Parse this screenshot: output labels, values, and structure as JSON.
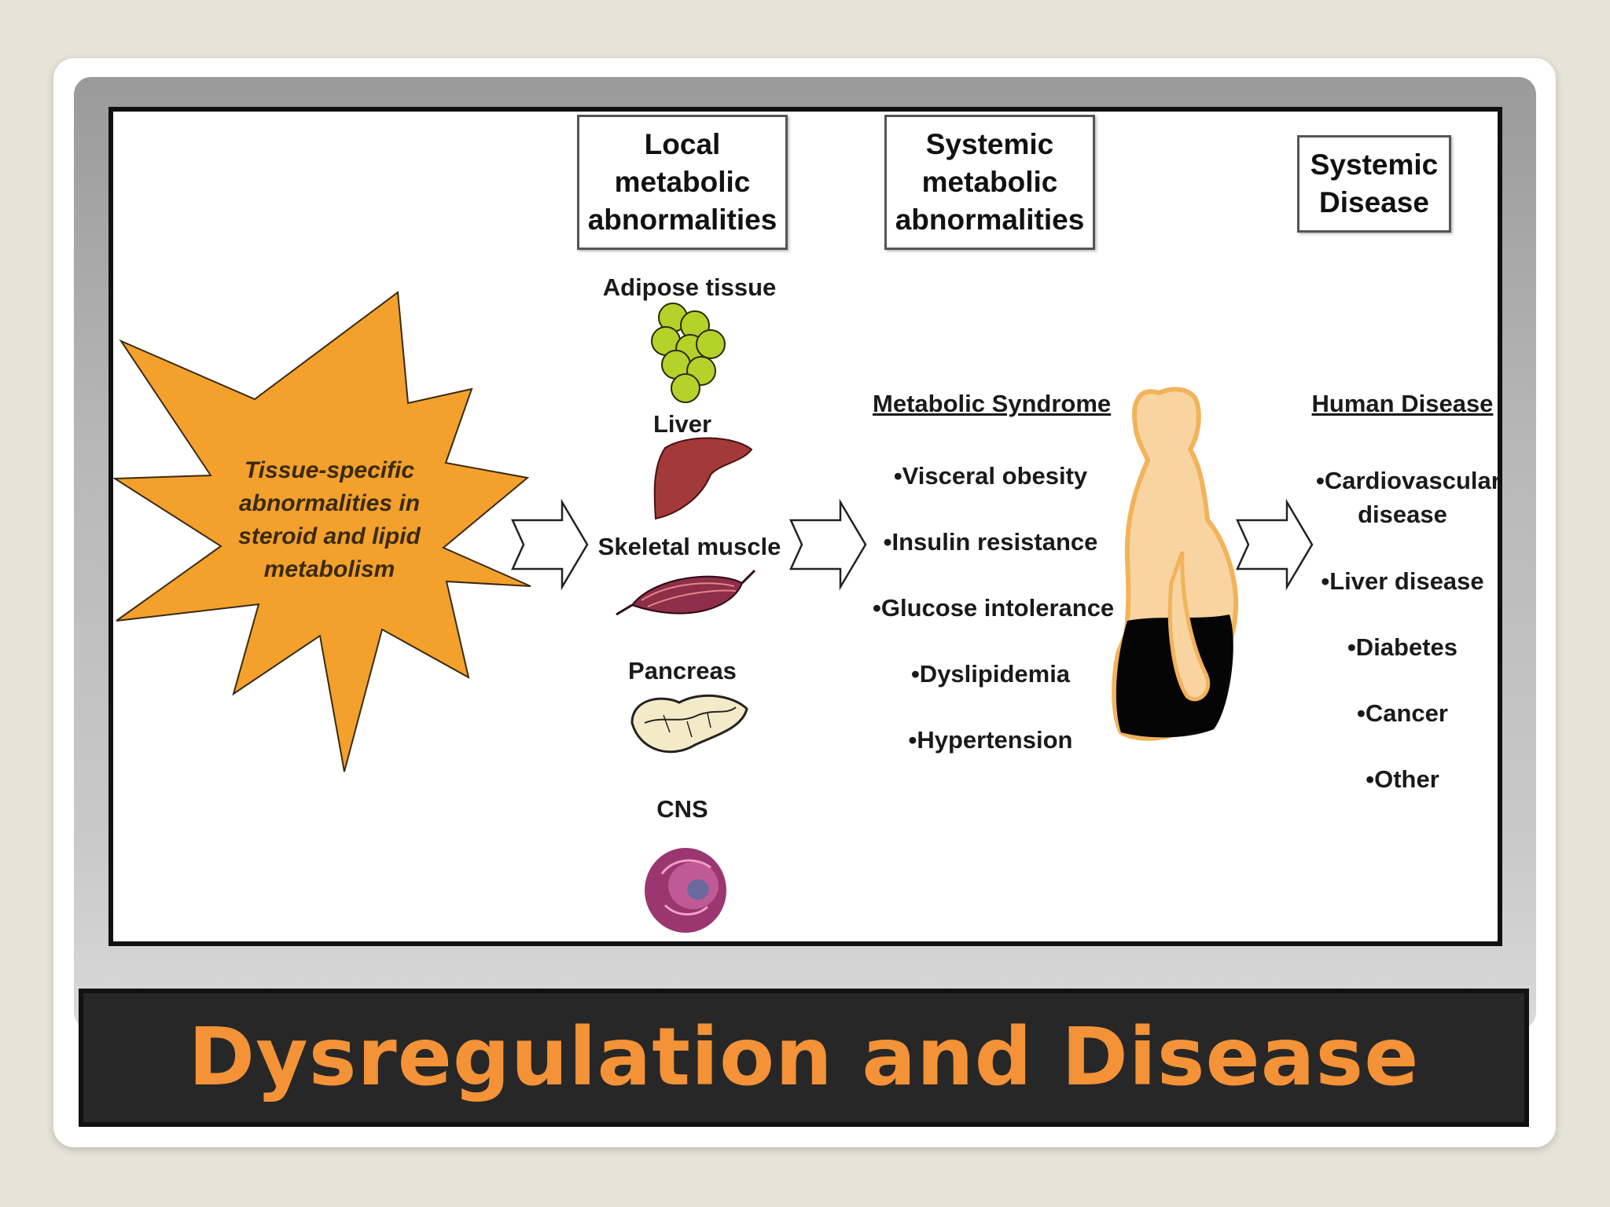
{
  "title": "Dysregulation and Disease",
  "headers": {
    "local": "Local metabolic abnormalities",
    "systemic_metabolic": "Systemic metabolic abnormalities",
    "systemic_disease": "Systemic Disease"
  },
  "star_text": "Tissue-specific abnormalities in steroid and lipid metabolism",
  "tissues": [
    "Adipose tissue",
    "Liver",
    "Skeletal muscle",
    "Pancreas",
    "CNS"
  ],
  "metabolic_syndrome": {
    "heading": "Metabolic Syndrome",
    "items": [
      "•Visceral obesity",
      "•Insulin resistance",
      "•Glucose intolerance",
      "•Dyslipidemia",
      "•Hypertension"
    ]
  },
  "human_disease": {
    "heading": "Human Disease",
    "items": [
      "•Cardiovascular disease",
      "•Liver disease",
      "•Diabetes",
      "•Cancer",
      "•Other"
    ]
  },
  "colors": {
    "star_fill": "#f3a12c",
    "title_text": "#f39237",
    "title_bar": "#272727",
    "adipose_cells": "#b5d22b",
    "liver": "#a33a3a",
    "muscle": "#8e2e48",
    "body_skin": "#f8d4a0",
    "body_outline": "#f2b35a"
  }
}
